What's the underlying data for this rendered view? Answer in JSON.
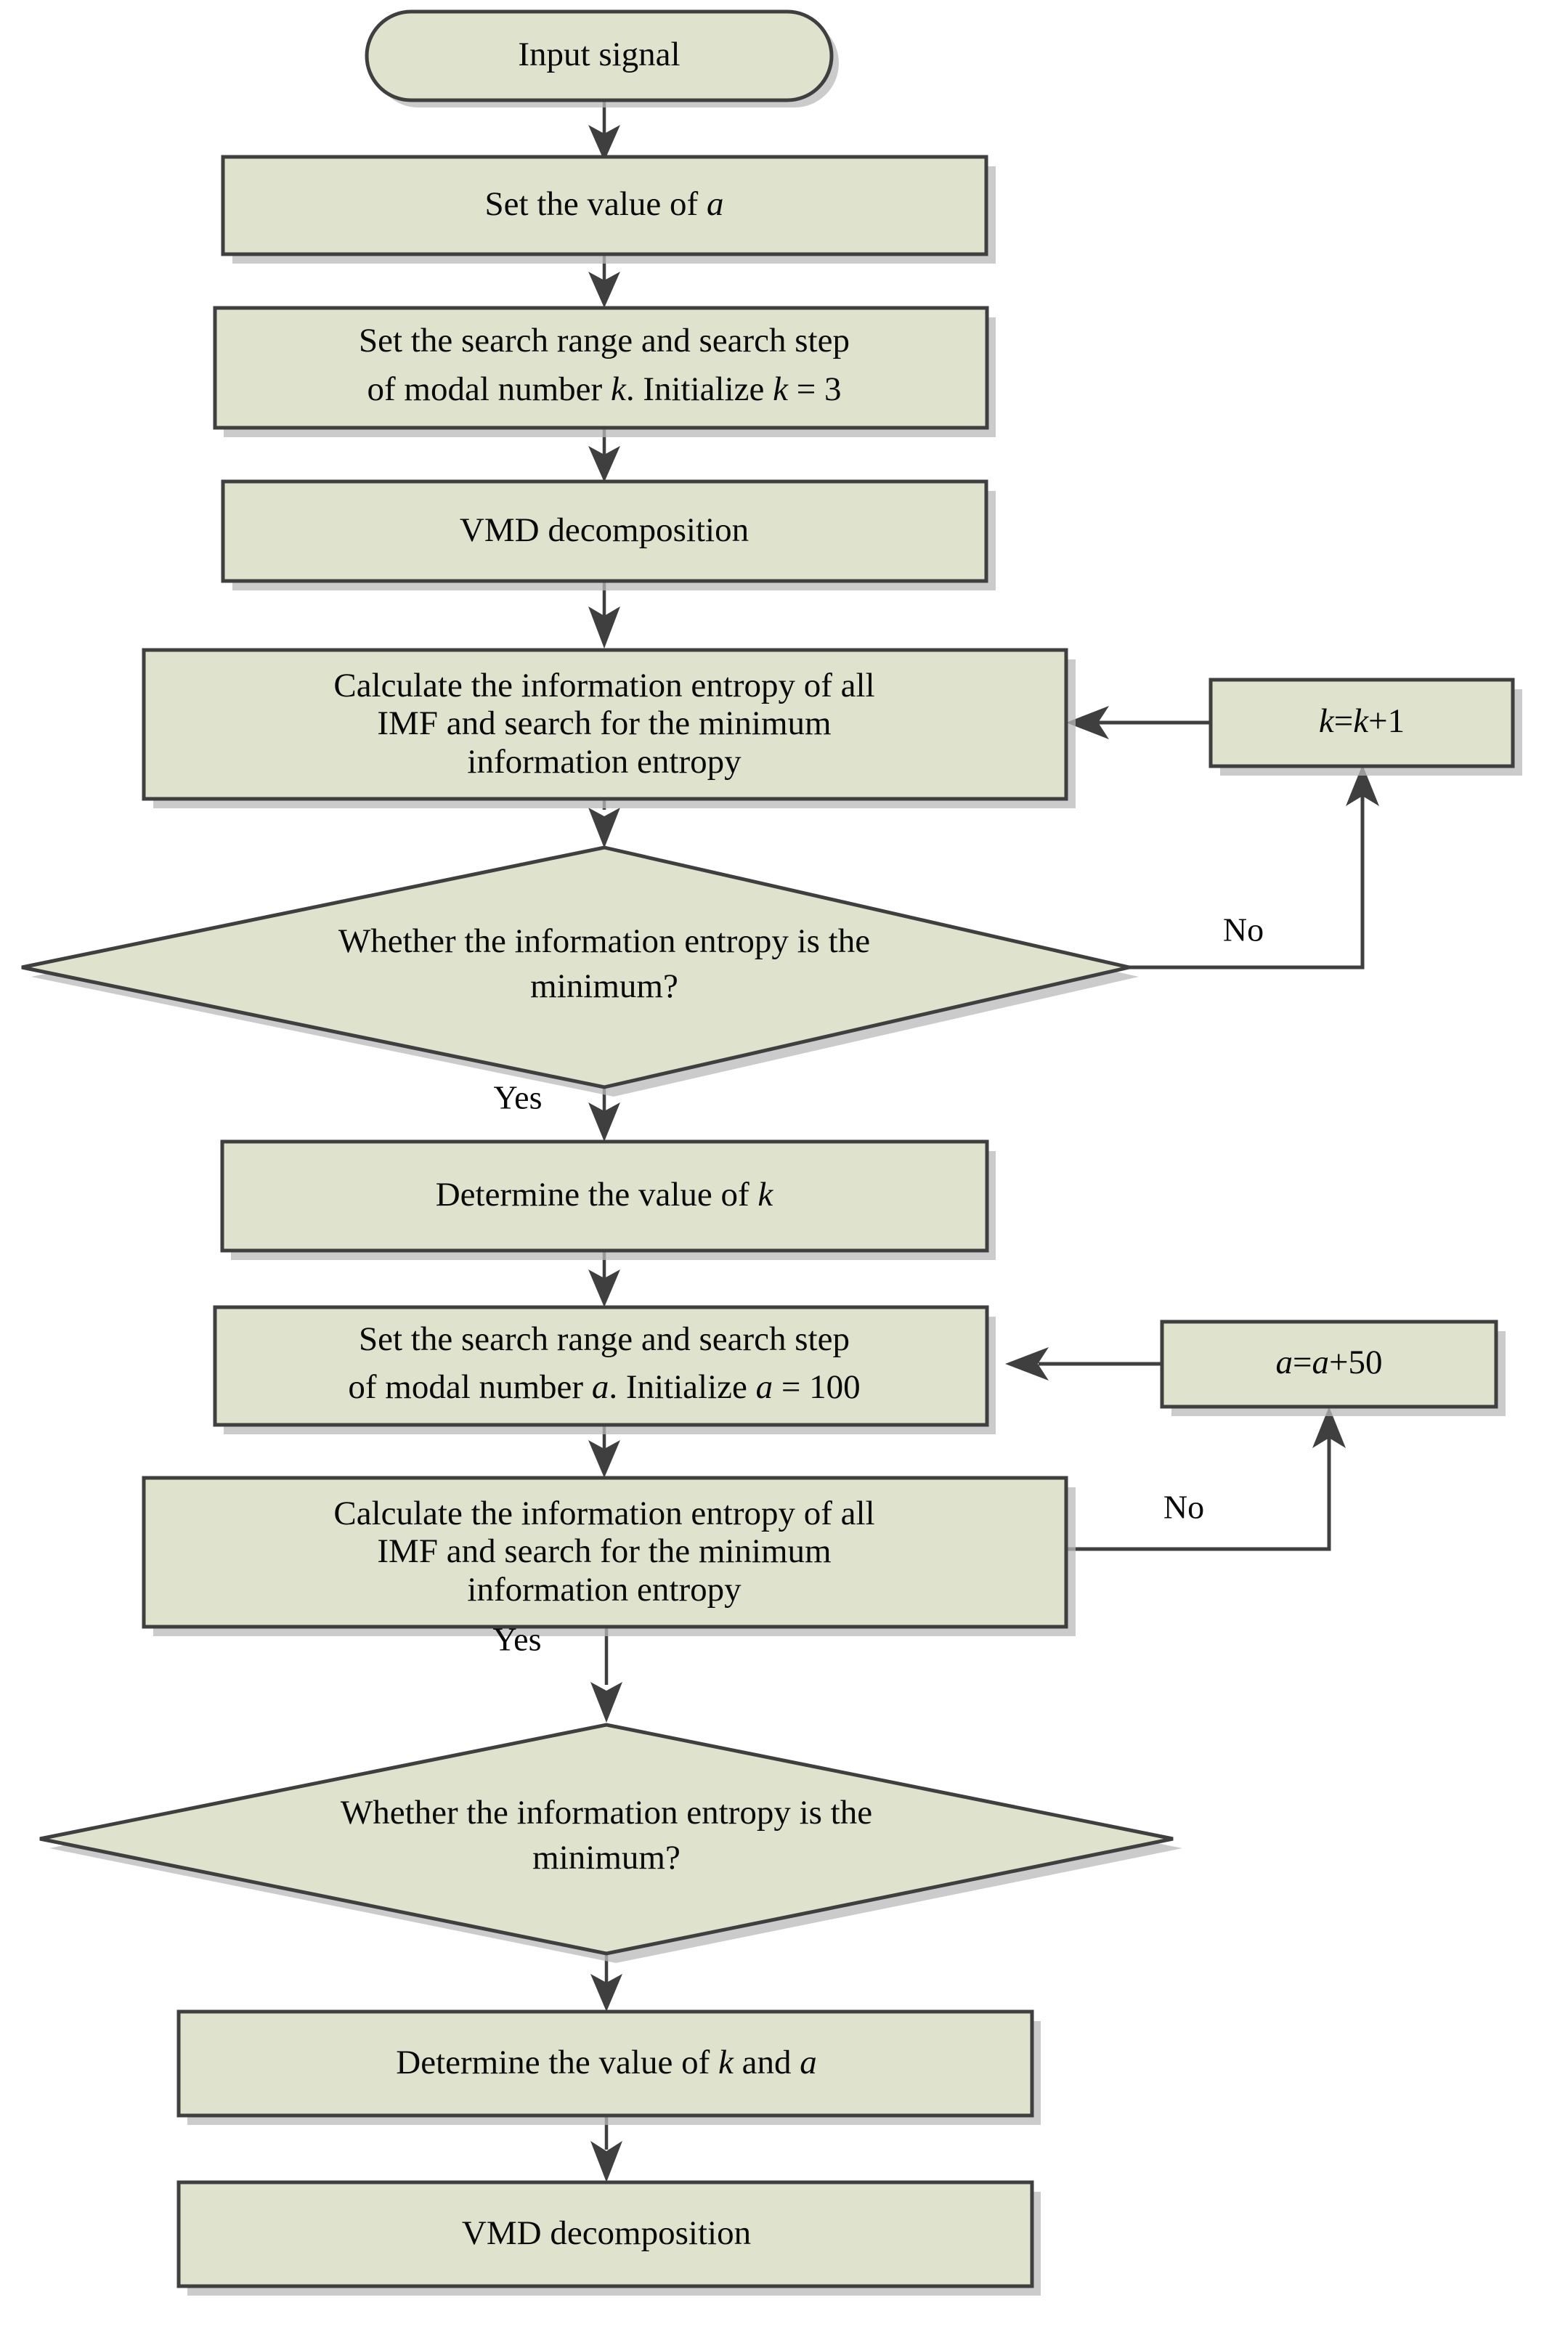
{
  "diagram": {
    "title": "VMD parameter optimization flowchart",
    "colors": {
      "node_fill": "#DFE3CE",
      "node_stroke": "#3F3F3F",
      "text": "#0A0A0A",
      "background": "#FFFFFF",
      "shadow": "#B9B9B9"
    },
    "nodes": [
      {
        "id": "input-signal",
        "shape": "terminator",
        "lines": [
          "Input signal"
        ]
      },
      {
        "id": "set-value-a",
        "shape": "process",
        "lines": [
          "Set the value of a"
        ],
        "line_parts": [
          [
            {
              "t": "Set the value of ",
              "i": false
            },
            {
              "t": "a",
              "i": true
            }
          ]
        ]
      },
      {
        "id": "set-search-range-k",
        "shape": "process",
        "lines": [
          "Set the search range and search step",
          "of modal number k. Initialize k = 3"
        ],
        "line_parts": [
          [
            {
              "t": "Set the search range and search step",
              "i": false
            }
          ],
          [
            {
              "t": "of modal number ",
              "i": false
            },
            {
              "t": "k",
              "i": true
            },
            {
              "t": ". Initialize ",
              "i": false
            },
            {
              "t": "k",
              "i": true
            },
            {
              "t": " = 3",
              "i": false
            }
          ]
        ]
      },
      {
        "id": "vmd-decomposition-1",
        "shape": "process",
        "lines": [
          "VMD decomposition"
        ]
      },
      {
        "id": "calc-entropy-1",
        "shape": "process",
        "lines": [
          "Calculate the information entropy of all",
          "IMF and search for the minimum",
          "information entropy"
        ]
      },
      {
        "id": "k-increment",
        "shape": "process",
        "lines": [
          "k=k+1"
        ],
        "line_parts": [
          [
            {
              "t": "k",
              "i": true
            },
            {
              "t": "=",
              "i": false
            },
            {
              "t": "k",
              "i": true
            },
            {
              "t": "+1",
              "i": false
            }
          ]
        ]
      },
      {
        "id": "decision-entropy-1",
        "shape": "decision",
        "lines": [
          "Whether the information entropy is the",
          "minimum?"
        ]
      },
      {
        "id": "determine-k",
        "shape": "process",
        "lines": [
          "Determine the value of k"
        ],
        "line_parts": [
          [
            {
              "t": "Determine the value of ",
              "i": false
            },
            {
              "t": "k",
              "i": true
            }
          ]
        ]
      },
      {
        "id": "set-search-range-a",
        "shape": "process",
        "lines": [
          "Set the search range and search step",
          "of modal number a. Initialize a = 100"
        ],
        "line_parts": [
          [
            {
              "t": "Set the search range and search step",
              "i": false
            }
          ],
          [
            {
              "t": "of modal number ",
              "i": false
            },
            {
              "t": "a",
              "i": true
            },
            {
              "t": ". Initialize ",
              "i": false
            },
            {
              "t": "a",
              "i": true
            },
            {
              "t": " = 100",
              "i": false
            }
          ]
        ]
      },
      {
        "id": "a-increment",
        "shape": "process",
        "lines": [
          "a=a+50"
        ],
        "line_parts": [
          [
            {
              "t": "a",
              "i": true
            },
            {
              "t": "=",
              "i": false
            },
            {
              "t": "a",
              "i": true
            },
            {
              "t": "+50",
              "i": false
            }
          ]
        ]
      },
      {
        "id": "calc-entropy-2",
        "shape": "process",
        "lines": [
          "Calculate the information entropy of all",
          "IMF and search for the minimum",
          "information entropy"
        ]
      },
      {
        "id": "decision-entropy-2",
        "shape": "decision",
        "lines": [
          "Whether the information entropy is the",
          "minimum?"
        ]
      },
      {
        "id": "determine-k-and-a",
        "shape": "process",
        "lines": [
          "Determine the value of k and a"
        ],
        "line_parts": [
          [
            {
              "t": "Determine the value of ",
              "i": false
            },
            {
              "t": "k",
              "i": true
            },
            {
              "t": " and ",
              "i": false
            },
            {
              "t": "a",
              "i": true
            }
          ]
        ]
      },
      {
        "id": "vmd-decomposition-2",
        "shape": "process",
        "lines": [
          "VMD decomposition"
        ]
      }
    ],
    "edge_labels": {
      "no_1": "No",
      "yes_1": "Yes",
      "no_2": "No",
      "yes_2": "Yes"
    }
  }
}
